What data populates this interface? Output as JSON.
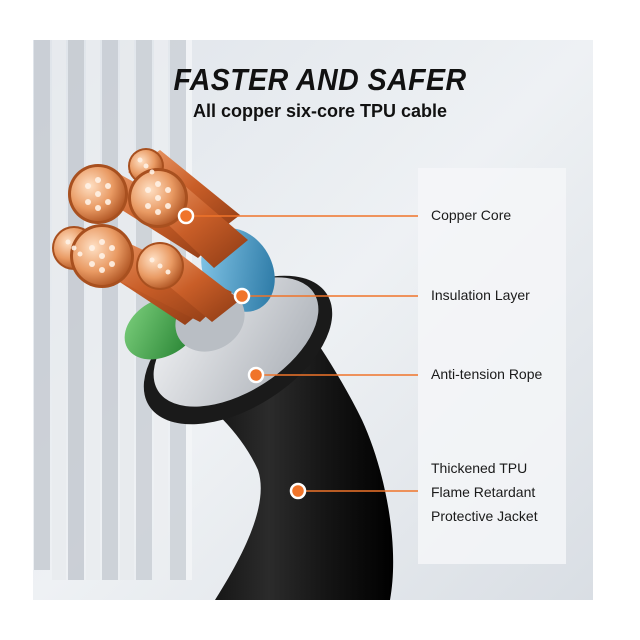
{
  "headline": {
    "title": "FASTER AND SAFER",
    "subtitle": "All copper six-core TPU cable"
  },
  "callouts": [
    {
      "id": "copper-core",
      "label": "Copper Core"
    },
    {
      "id": "insulation-layer",
      "label": "Insulation Layer"
    },
    {
      "id": "anti-tension-rope",
      "label": "Anti-tension Rope"
    },
    {
      "id": "jacket",
      "lines": [
        "Thickened TPU",
        "Flame Retardant",
        "Protective Jacket"
      ]
    }
  ],
  "colors": {
    "accent": "#f0742a",
    "copper": "#d9733a",
    "insulation_blue": "#3b95c8",
    "insulation_green": "#3fa84a",
    "jacket_black": "#141414",
    "rope_gray": "#cfd3d8"
  }
}
